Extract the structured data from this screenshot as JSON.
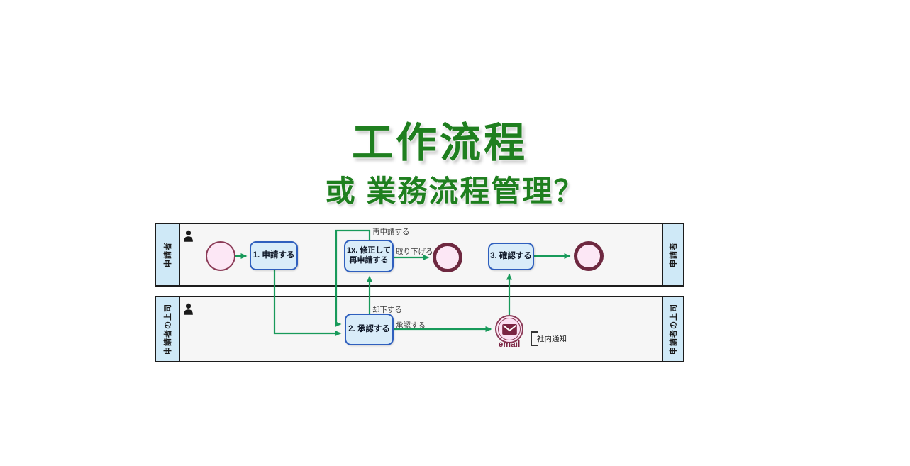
{
  "title": {
    "main": "工作流程",
    "subtitle": "或 業務流程管理？"
  },
  "lanes": {
    "lane1": {
      "left": "申請者",
      "right": "申請者"
    },
    "lane2": {
      "left": "申請者の上司",
      "right": "申請者の上司"
    }
  },
  "tasks": {
    "task1": "1. 申請する",
    "task1x": "1x. 修正して\n再申請する",
    "task3": "3. 確認する",
    "task2": "2. 承認する"
  },
  "flows": {
    "reapply": "再申請する",
    "withdraw": "取り下げる",
    "reject": "却下する",
    "approve": "承認する"
  },
  "events": {
    "email": "email"
  },
  "annotation": {
    "text": "社内通知"
  },
  "colors": {
    "title_green": "#1f7f1f",
    "flow_green": "#189a5a",
    "event_maroon": "#76304c",
    "task_fill": "#d9ecf9",
    "task_border": "#2f5fbe",
    "lane_label_fill": "#cfe9f7",
    "lane_body_fill": "#f6f6f6",
    "event_fill": "#fce7f5"
  }
}
